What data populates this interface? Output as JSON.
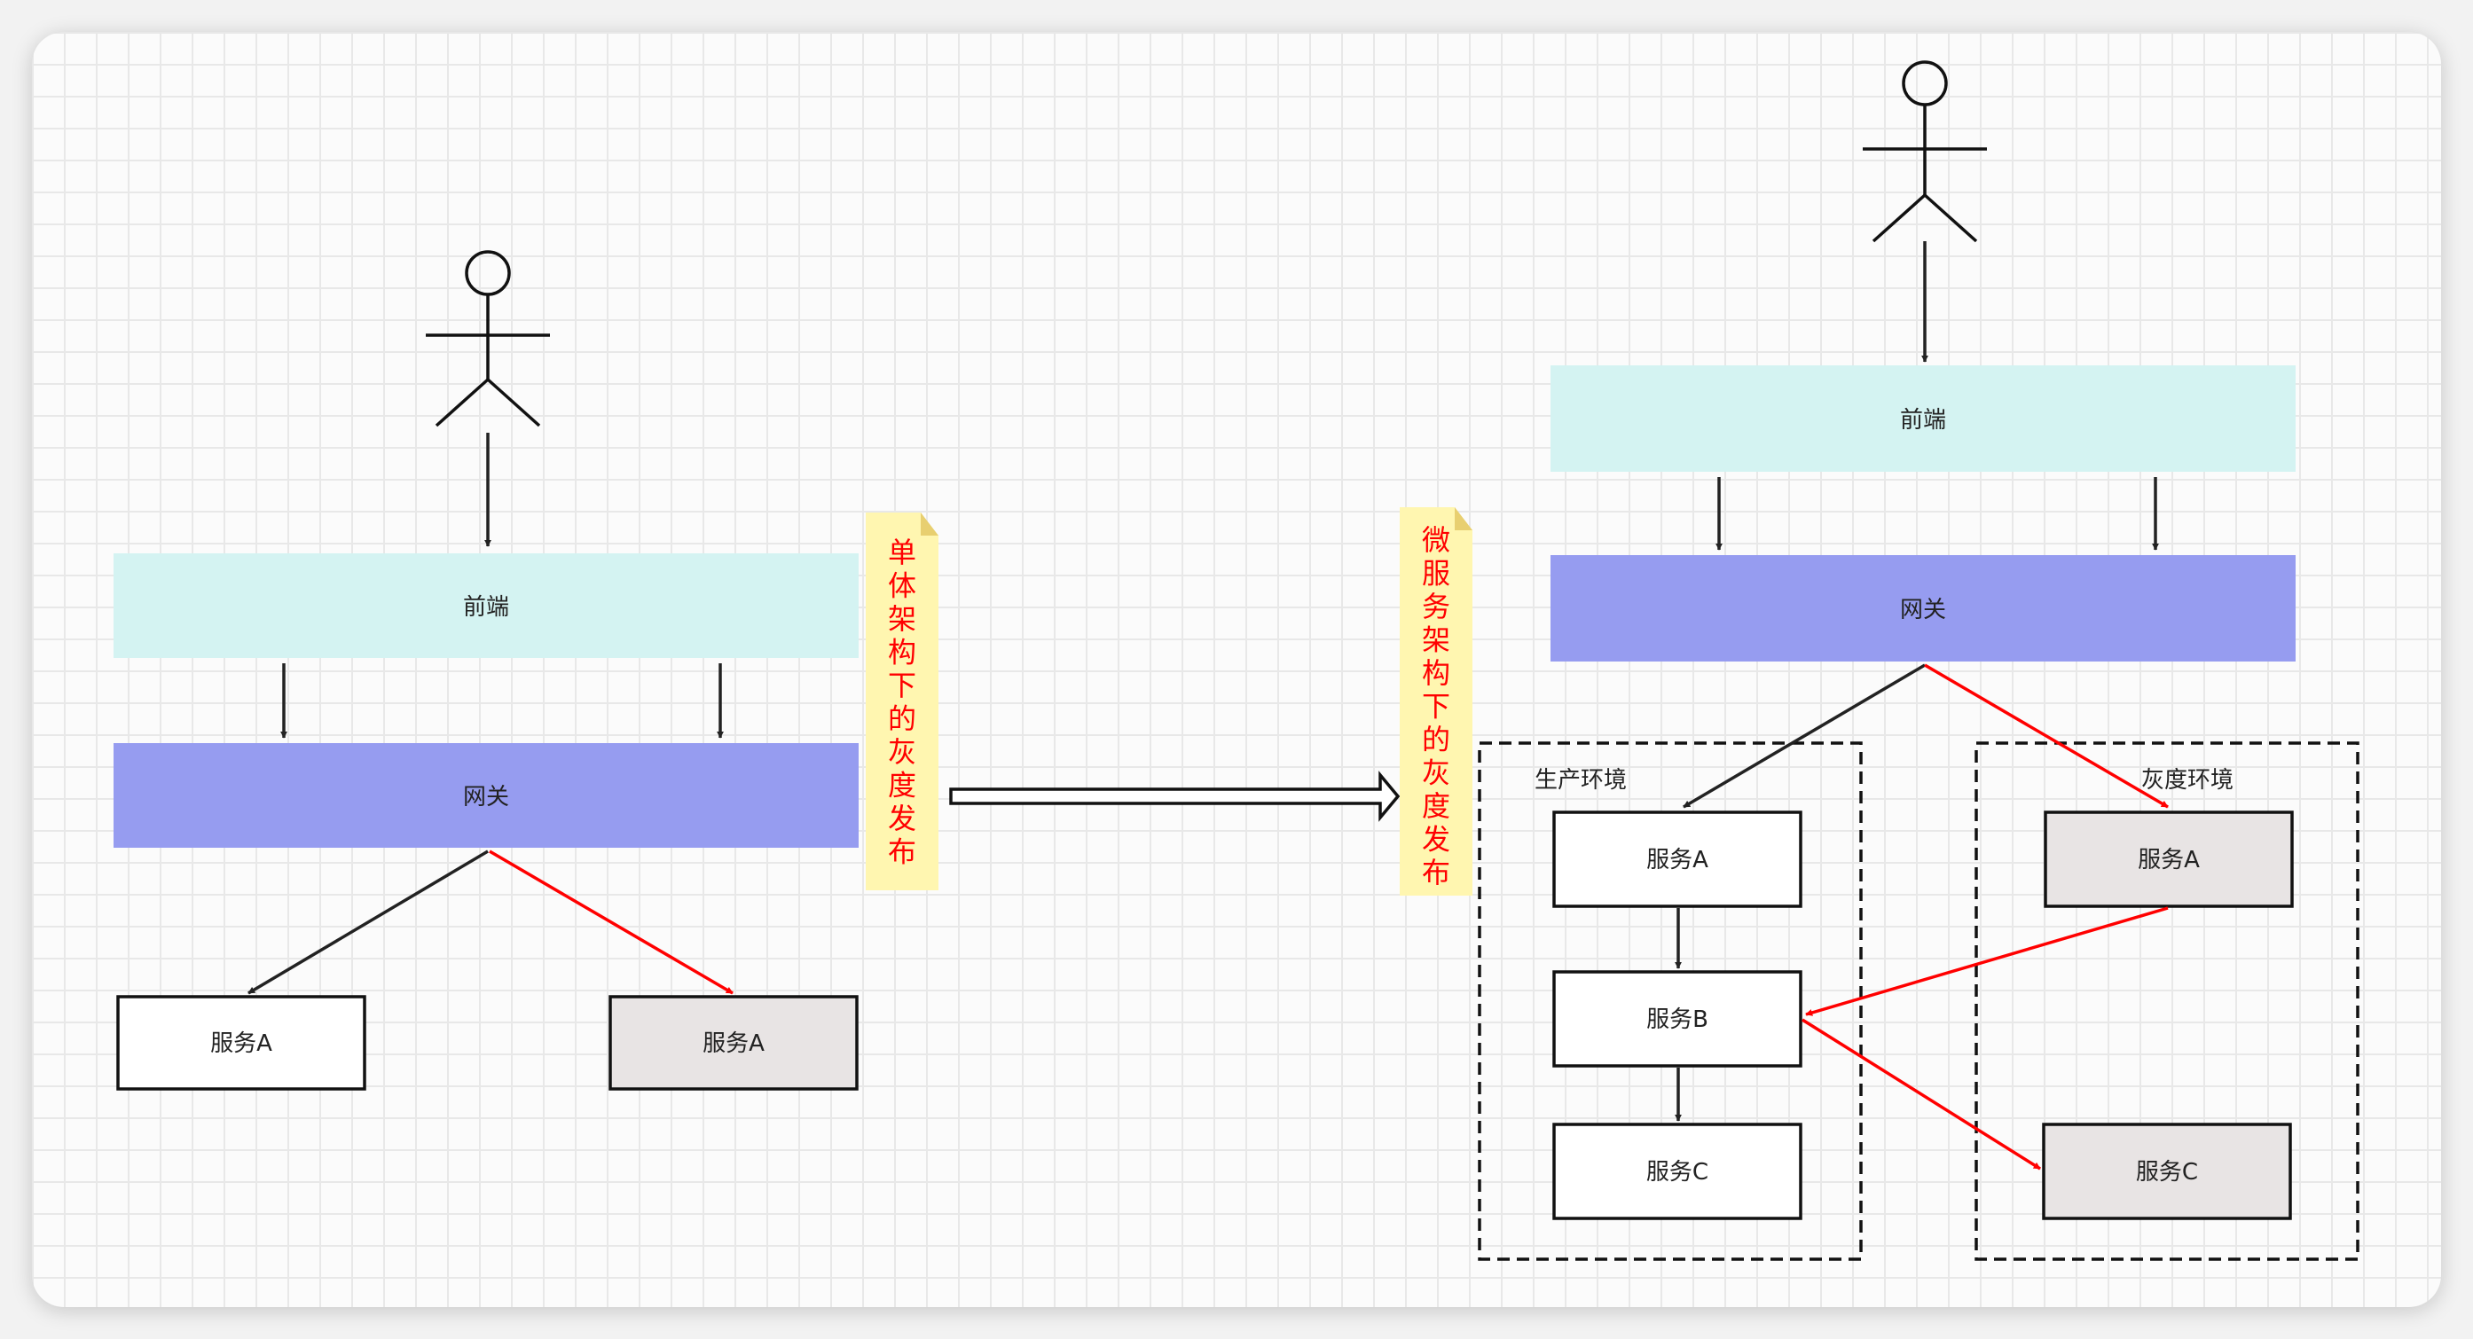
{
  "left": {
    "frontend": "前端",
    "gateway": "网关",
    "service_prod": "服务A",
    "service_gray": "服务A",
    "note": "单体架构下的灰度发布"
  },
  "right": {
    "frontend": "前端",
    "gateway": "网关",
    "prod_env": "生产环境",
    "gray_env": "灰度环境",
    "prod_service_a": "服务A",
    "prod_service_b": "服务B",
    "prod_service_c": "服务C",
    "gray_service_a": "服务A",
    "gray_service_c": "服务C",
    "note": "微服务架构下的灰度发布"
  },
  "colors": {
    "frontend_fill": "#d4f3f2",
    "gateway_fill": "#969cf0",
    "gray_service_fill": "#e8e4e4",
    "note_fill": "#fff6b0",
    "note_fold": "#e8cf70",
    "gray_route": "#ff0000",
    "normal_route": "#222222"
  }
}
